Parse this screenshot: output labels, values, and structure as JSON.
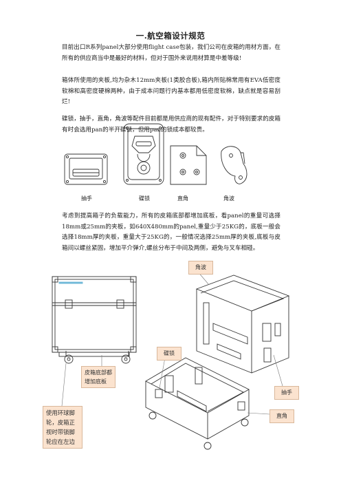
{
  "doc": {
    "title": "一.航空箱设计规范",
    "para1": "目前出口R系列panel大部分使用flight case包装，我们公司在皮箱的用材方面，在所有的供应商当中是最好的材料，但对于国外来说用材算是中差等级!",
    "para2": "箱体所使用的夹板,均为杂木12mm夹板(1类胶合板),箱内所贴棉常用有EVA低密度软棉和高密度硬棉两种，由于成本问题行内基本都用低密度软棉，缺点就是容易刮烂!",
    "para3": "碟锁，抽手，直角，角波等配件目前都是用供应商的现有配件，对于特别要求的皮箱有时会选用pan的半开碟锁，但用pan的锁成本都较贵。",
    "para4": "考虑到提高箱子的负载能力，所有的皮箱底部都增加底板，看panel的重量可选择18mm或25mm的夹板，如640X480mm的panel,重量少于25KG的，底板一般会选择18mm厚的夹板，重量大于25KG的，一般情况选择25mm厚的夹板,底板与皮箱间以螺丝紧固，增加平介弹介,螺丝分布于中间及两侧，避免与叉车相碰。"
  },
  "captions": {
    "handle": "抽手",
    "lock": "碟锁",
    "corner": "直角",
    "angle": "角波"
  },
  "callouts": {
    "jiaobo": "角波",
    "piban": "皮箱底部都增加底板",
    "diesuo": "碟锁",
    "shoubu": "抽手",
    "zhijiao": "直角",
    "wheel": "使用环球脚轮，皮箱正视时带锁脚轮应在左边"
  },
  "colors": {
    "callout_bg": "#fbe3cf",
    "highlight": "#6fb8d8"
  }
}
